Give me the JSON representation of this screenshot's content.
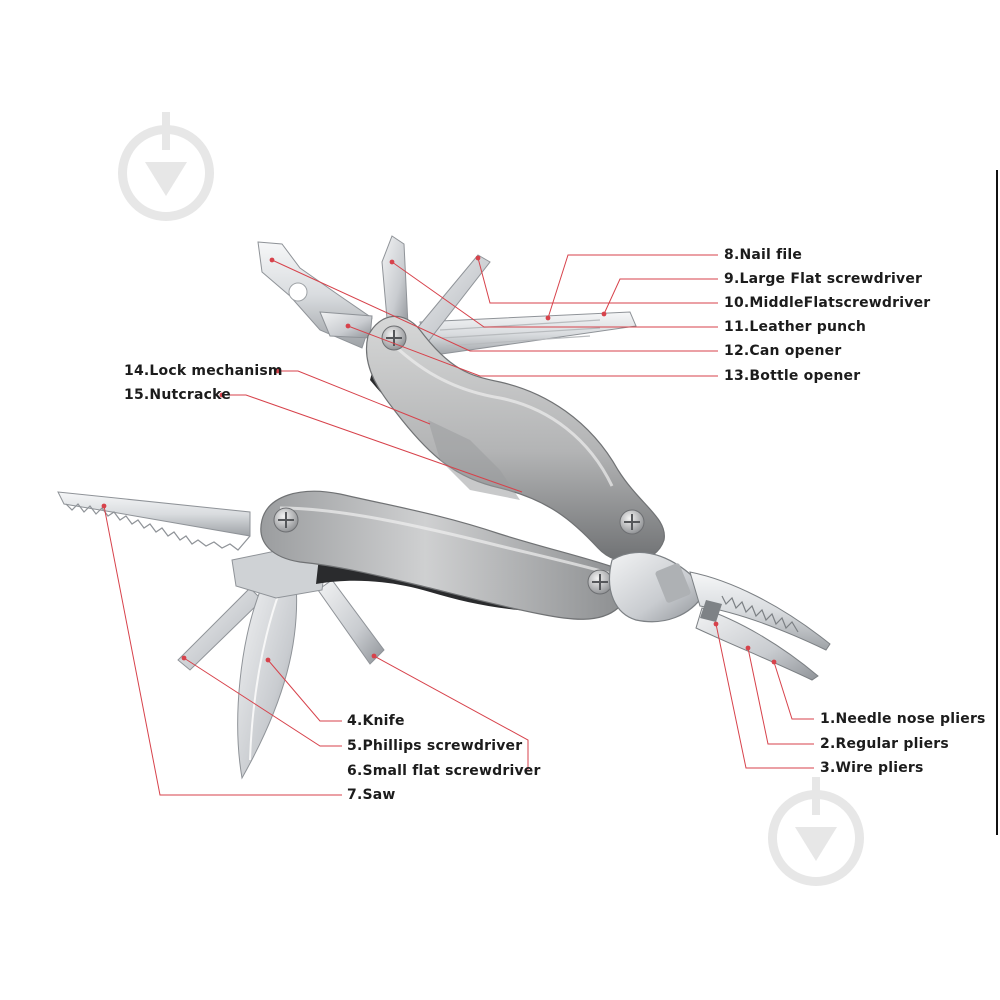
{
  "colors": {
    "leader": "#d7424b",
    "dot": "#d7424b",
    "label": "#1c1c1c",
    "steel_light": "#eef0f2",
    "steel_dark": "#8e9296",
    "handle_light": "#c3c4c4",
    "handle_dark": "#6f7173",
    "rubber": "#2a2b2d",
    "watermark": "#e7e7e7"
  },
  "watermark_icon": "pen-nib-icon",
  "labels": {
    "l1": "1.Needle nose pliers",
    "l2": "2.Regular pliers",
    "l3": "3.Wire pliers",
    "l4": "4.Knife",
    "l5": "5.Phillips screwdriver",
    "l6": "6.Small flat screwdriver",
    "l7": "7.Saw",
    "l8": "8.Nail file",
    "l9": "9.Large Flat screwdriver",
    "l10": "10.MiddleFlatscrewdriver",
    "l11": "11.Leather punch",
    "l12": "12.Can opener",
    "l13": "13.Bottle opener",
    "l14": "14.Lock mechanism",
    "l15": "15.Nutcracke"
  }
}
